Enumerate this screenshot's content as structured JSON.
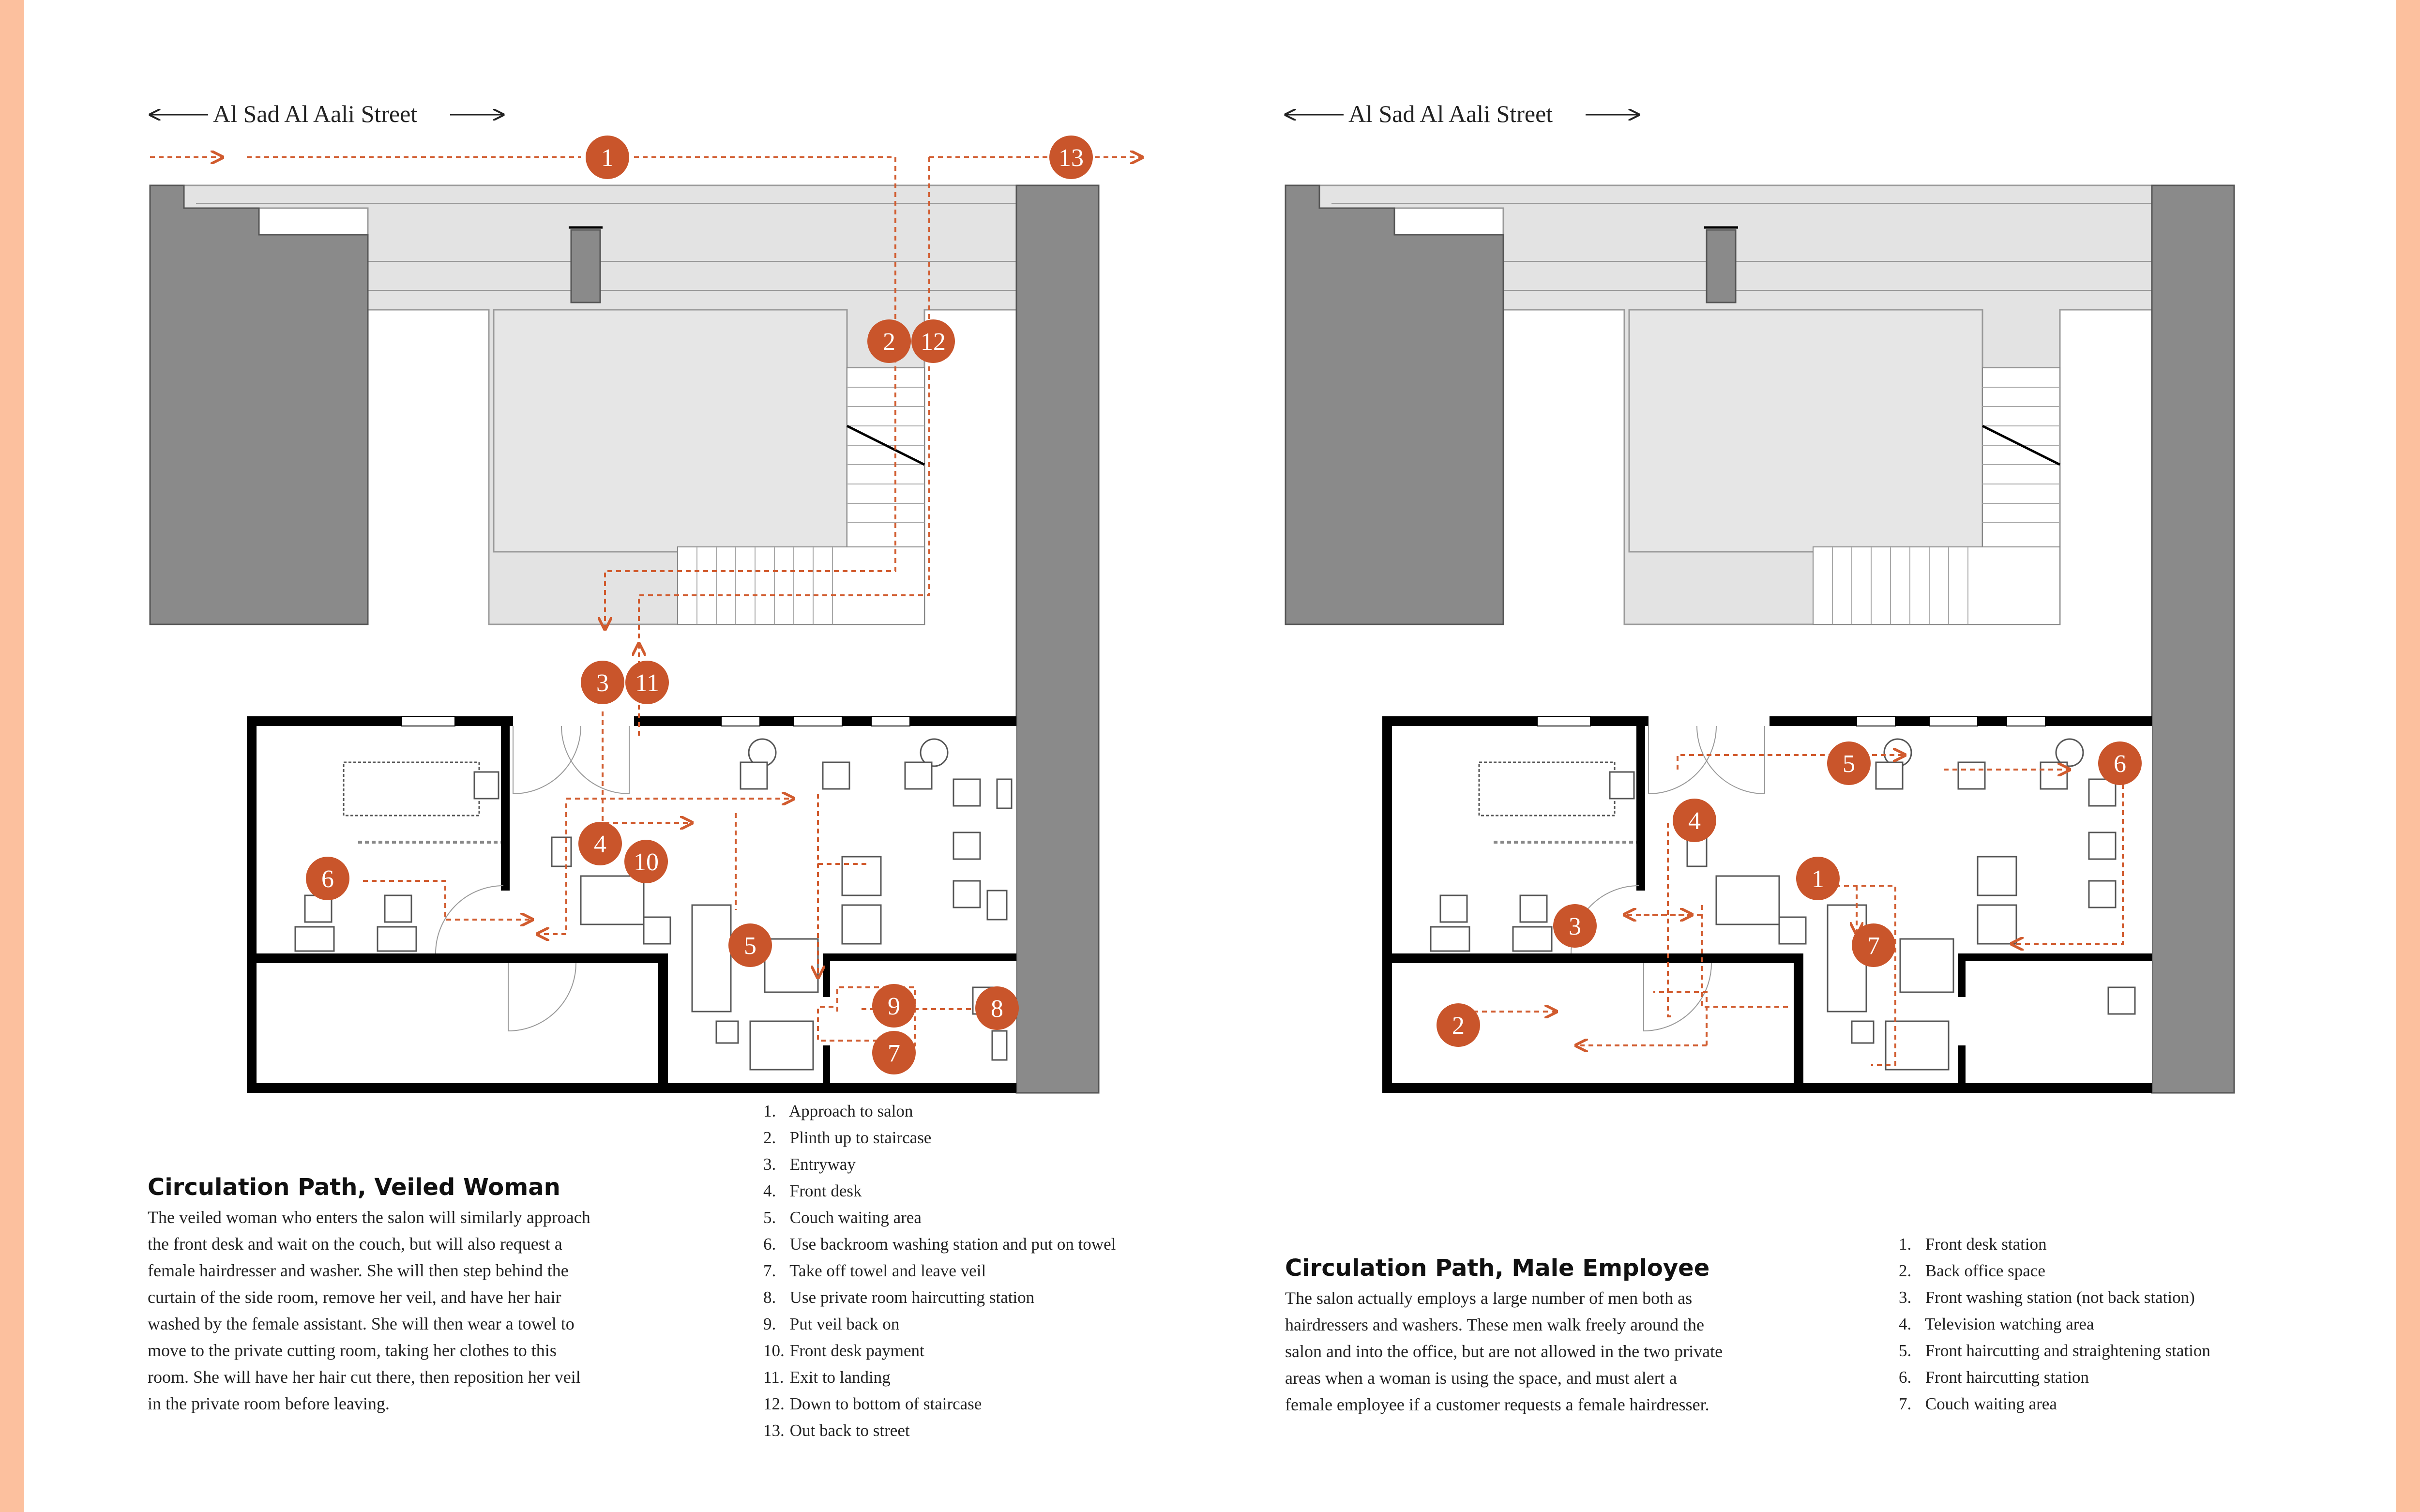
{
  "colors": {
    "accent": "#c9552b",
    "wall": "#000000",
    "column": "#8a8a8a",
    "slab": "#e3e3e3",
    "border": "#fcc09e"
  },
  "left": {
    "street": "Al Sad Al Aali Street",
    "title": "Circulation Path, Veiled Woman",
    "description_lines": [
      "The veiled woman who enters the salon will similarly approach",
      "the front desk and wait on the couch, but will also request a",
      "female hairdresser and washer. She will then step behind the",
      "curtain of the side room, remove her veil, and have her hair",
      "washed by the female assistant. She will then wear a towel to",
      "move to the private cutting room, taking her clothes to this",
      "room. She will have her hair cut there, then reposition her veil",
      "in the private room before leaving."
    ],
    "steps": [
      {
        "num": "1.",
        "label": "Approach to salon"
      },
      {
        "num": "2.",
        "label": "Plinth up to staircase"
      },
      {
        "num": "3.",
        "label": "Entryway"
      },
      {
        "num": "4.",
        "label": "Front desk"
      },
      {
        "num": "5.",
        "label": "Couch waiting area"
      },
      {
        "num": "6.",
        "label": "Use backroom washing station and put on towel"
      },
      {
        "num": "7.",
        "label": "Take off towel and leave veil"
      },
      {
        "num": "8.",
        "label": "Use private room haircutting station"
      },
      {
        "num": "9.",
        "label": "Put veil back on"
      },
      {
        "num": "10.",
        "label": "Front desk payment"
      },
      {
        "num": "11.",
        "label": "Exit to landing"
      },
      {
        "num": "12.",
        "label": "Down to bottom of staircase"
      },
      {
        "num": "13.",
        "label": "Out back to street"
      }
    ],
    "markers": [
      "1",
      "2",
      "12",
      "13",
      "3",
      "11",
      "4",
      "10",
      "5",
      "6",
      "9",
      "8",
      "7"
    ]
  },
  "right": {
    "street": "Al Sad Al Aali Street",
    "title": "Circulation Path, Male Employee",
    "description_lines": [
      "The salon actually employs a large number of men both as",
      "hairdressers and washers. These men walk freely around the",
      "salon and into the office, but are not allowed in the two private",
      "areas when a woman is using the space, and must alert a",
      "female employee if a customer requests a female hairdresser."
    ],
    "steps": [
      {
        "num": "1.",
        "label": "Front desk station"
      },
      {
        "num": "2.",
        "label": "Back office space"
      },
      {
        "num": "3.",
        "label": "Front washing station (not back station)"
      },
      {
        "num": "4.",
        "label": "Television watching area"
      },
      {
        "num": "5.",
        "label": "Front haircutting and straightening station"
      },
      {
        "num": "6.",
        "label": "Front haircutting station"
      },
      {
        "num": "7.",
        "label": "Couch waiting area"
      }
    ],
    "markers": [
      "1",
      "2",
      "3",
      "4",
      "5",
      "6",
      "7"
    ]
  }
}
